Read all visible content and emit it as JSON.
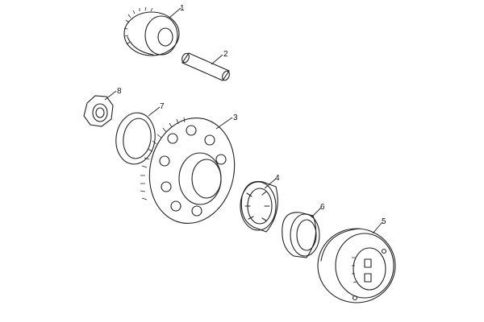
{
  "parts": [
    {
      "id": "gear",
      "number": "1"
    },
    {
      "id": "shaft",
      "number": "2"
    },
    {
      "id": "starter-gear",
      "number": "3"
    },
    {
      "id": "bearing",
      "number": "4"
    },
    {
      "id": "clutch-housing",
      "number": "5"
    },
    {
      "id": "collar",
      "number": "6"
    },
    {
      "id": "washer",
      "number": "7"
    },
    {
      "id": "nut",
      "number": "8"
    }
  ]
}
